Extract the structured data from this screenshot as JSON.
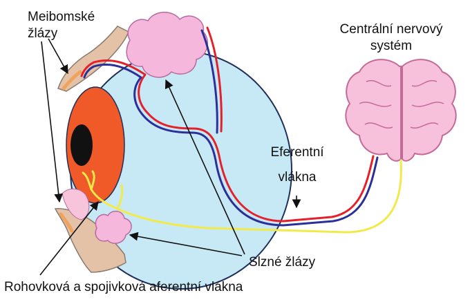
{
  "labels": {
    "meibom_line1": "Meibomské",
    "meibom_line2": "žlázy",
    "cns_line1": "Centrální nervový",
    "cns_line2": "systém",
    "efferent_line1": "Eferentní",
    "efferent_line2": "vlákna",
    "lacrimal": "Slzné žlázy",
    "afferent": "Rohovková a spojivková aferentní vlákna"
  },
  "colors": {
    "eyeball": "#c7e9f6",
    "eyeball_stroke": "#1f2f5a",
    "iris": "#ef5a28",
    "pupil": "#111111",
    "gland": "#f6b7dd",
    "gland_stroke": "#b86aa0",
    "brain": "#f7c1dc",
    "brain_stroke": "#c46a98",
    "eyelid": "#e3c2a8",
    "eyelid_stroke": "#8a7a6e",
    "meibomian": "#f0a35c",
    "conjunctiva": "#f7c4dc",
    "nerve_red": "#e4202a",
    "nerve_blue": "#2a2f9a",
    "nerve_yellow": "#f2ea4a"
  }
}
